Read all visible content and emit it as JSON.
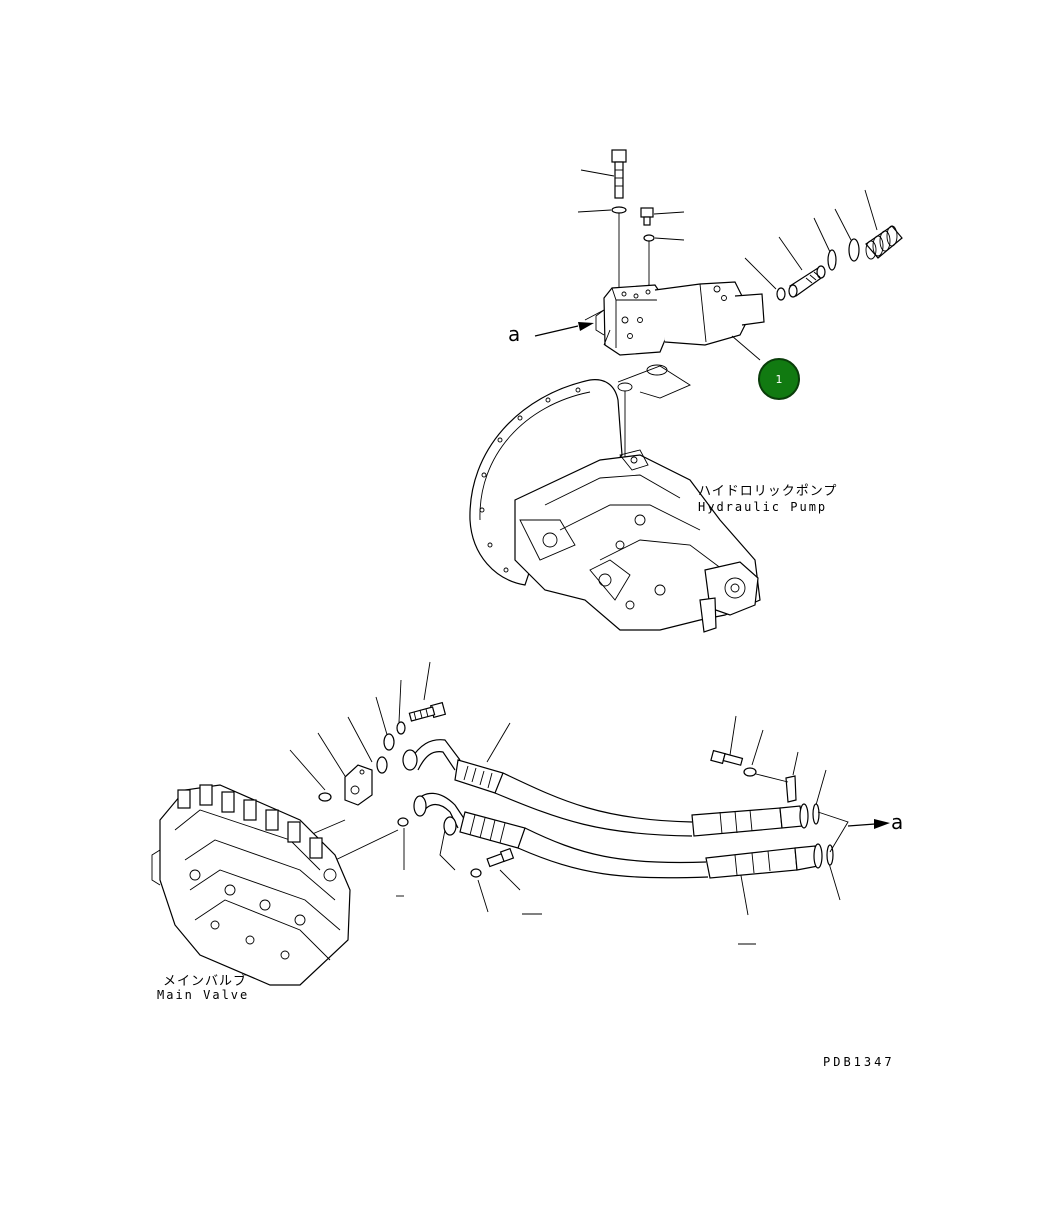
{
  "labels": {
    "arrow_a_top": "a",
    "arrow_a_right": "a",
    "hydraulic_pump_jp": "ハイドロリックポンプ",
    "hydraulic_pump_en": "Hydraulic Pump",
    "main_valve_jp": "メインバルブ",
    "main_valve_en": "Main Valve",
    "drawing_code": "PDB1347"
  },
  "callout_badge": {
    "number": "1",
    "color": "#117a11"
  }
}
